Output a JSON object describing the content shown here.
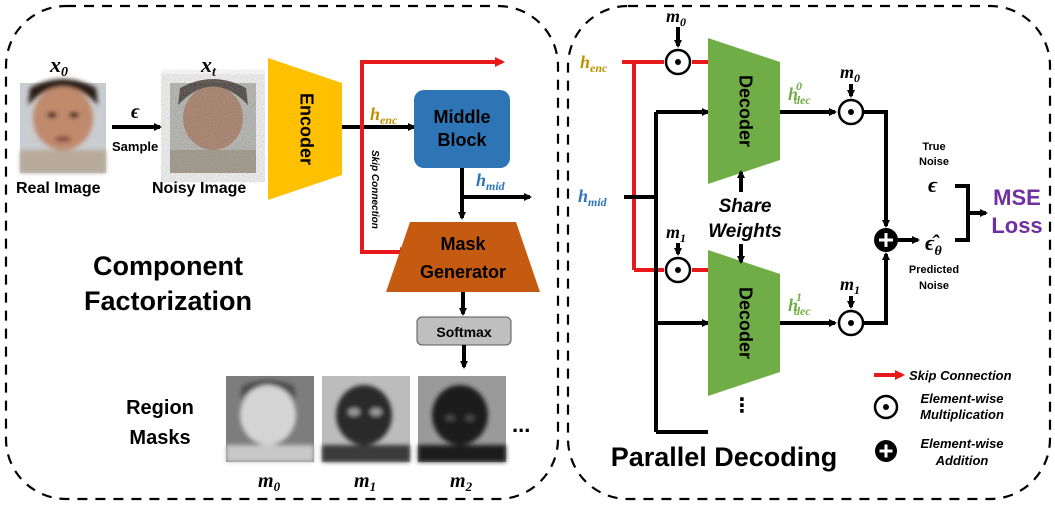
{
  "left": {
    "x0": "x",
    "x0_sub": "0",
    "xt": "x",
    "xt_sub": "t",
    "epsilon": "ϵ",
    "sample": "Sample",
    "real_image": "Real Image",
    "noisy_image": "Noisy Image",
    "encoder": "Encoder",
    "h_enc": "h",
    "h_enc_sub": "enc",
    "middle_block_1": "Middle",
    "middle_block_2": "Block",
    "skip_connection": "Skip Connection",
    "h_mid": "h",
    "h_mid_sub": "mid",
    "mask_generator_1": "Mask",
    "mask_generator_2": "Generator",
    "softmax": "Softmax",
    "title_1": "Component",
    "title_2": "Factorization",
    "region_1": "Region",
    "region_2": "Masks",
    "m0": "m",
    "m0_sub": "0",
    "m1": "m",
    "m1_sub": "1",
    "m2": "m",
    "m2_sub": "2",
    "ellipsis": "..."
  },
  "right": {
    "h_enc": "h",
    "h_enc_sub": "enc",
    "h_mid": "h",
    "h_mid_sub": "mid",
    "m0_top": "m",
    "m0_top_sub": "0",
    "m1_left": "m",
    "m1_left_sub": "1",
    "decoder": "Decoder",
    "h_dec0": "h",
    "h_dec0_sub": "dec",
    "h_dec0_sup": "0",
    "h_dec1": "h",
    "h_dec1_sub": "dec",
    "h_dec1_sup": "1",
    "m0_right": "m",
    "m0_right_sub": "0",
    "m1_right": "m",
    "m1_right_sub": "1",
    "share_1": "Share",
    "share_2": "Weights",
    "vdots": "⋮",
    "true_noise_1": "True",
    "true_noise_2": "Noise",
    "eps": "ϵ",
    "eps_hat": "ϵ̂",
    "eps_hat_sub": "θ",
    "predicted_1": "Predicted",
    "predicted_2": "Noise",
    "mse_1": "MSE",
    "mse_2": "Loss",
    "title": "Parallel Decoding",
    "legend_skip": "Skip Connection",
    "legend_mult_1": "Element-wise",
    "legend_mult_2": "Multiplication",
    "legend_add_1": "Element-wise",
    "legend_add_2": "Addition"
  },
  "colors": {
    "encoder": "#ffc000",
    "middle_block": "#2e75b6",
    "mask_generator": "#c55a11",
    "softmax": "#bfbfbf",
    "decoder": "#70ad47",
    "skip": "#e8191a",
    "h_enc": "#bf9000",
    "h_mid": "#2e75b6",
    "h_dec": "#70ad47",
    "mse": "#7030a0"
  }
}
